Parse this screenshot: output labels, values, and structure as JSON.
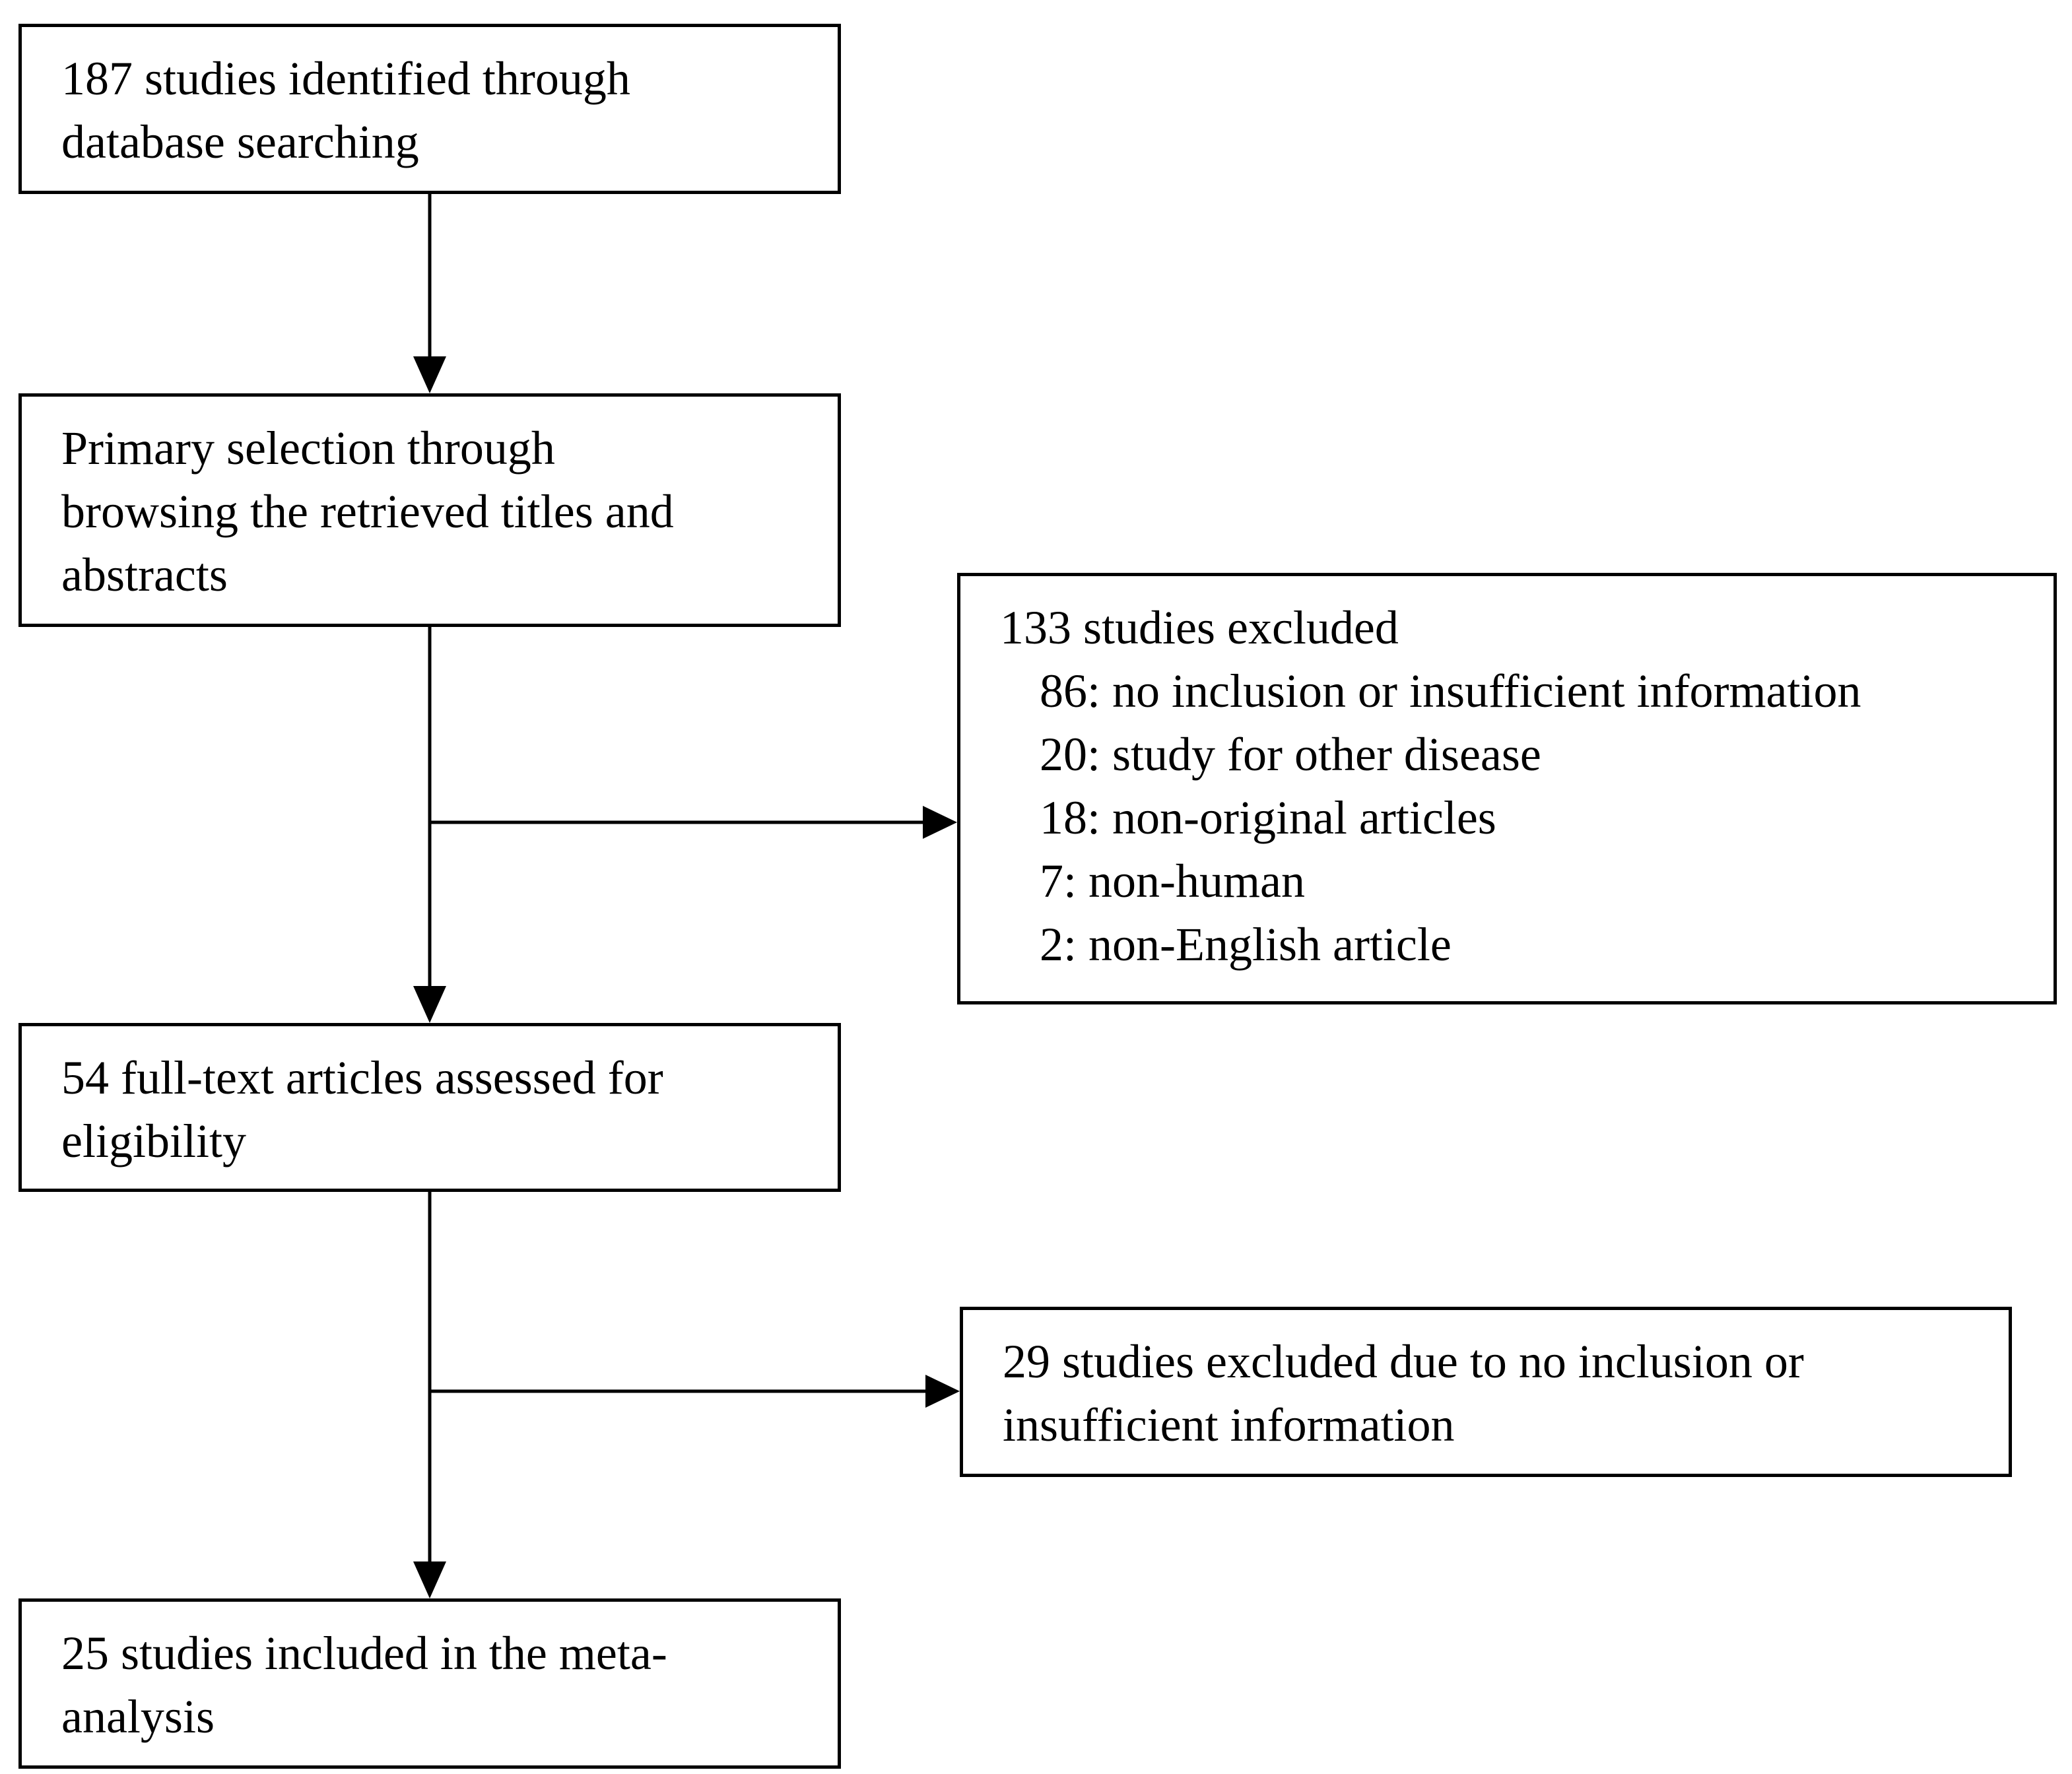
{
  "flowchart": {
    "identified": {
      "text": "187 studies identified through\ndatabase searching"
    },
    "screened": {
      "text": "Primary selection through\nbrowsing the retrieved titles and\nabstracts"
    },
    "excluded_first": {
      "title": "133 studies excluded",
      "reasons": [
        "86: no inclusion or insufficient information",
        "20: study for other disease",
        "18: non-original articles",
        "7: non-human",
        "2: non-English article"
      ]
    },
    "assessed": {
      "text": "54 full-text articles assessed for\neligibility"
    },
    "excluded_second": {
      "text": "29 studies excluded due to no inclusion or\ninsufficient information"
    },
    "included": {
      "text": "25 studies included in the meta-\nanalysis"
    }
  },
  "colors": {
    "line": "#000000",
    "background": "#ffffff"
  }
}
